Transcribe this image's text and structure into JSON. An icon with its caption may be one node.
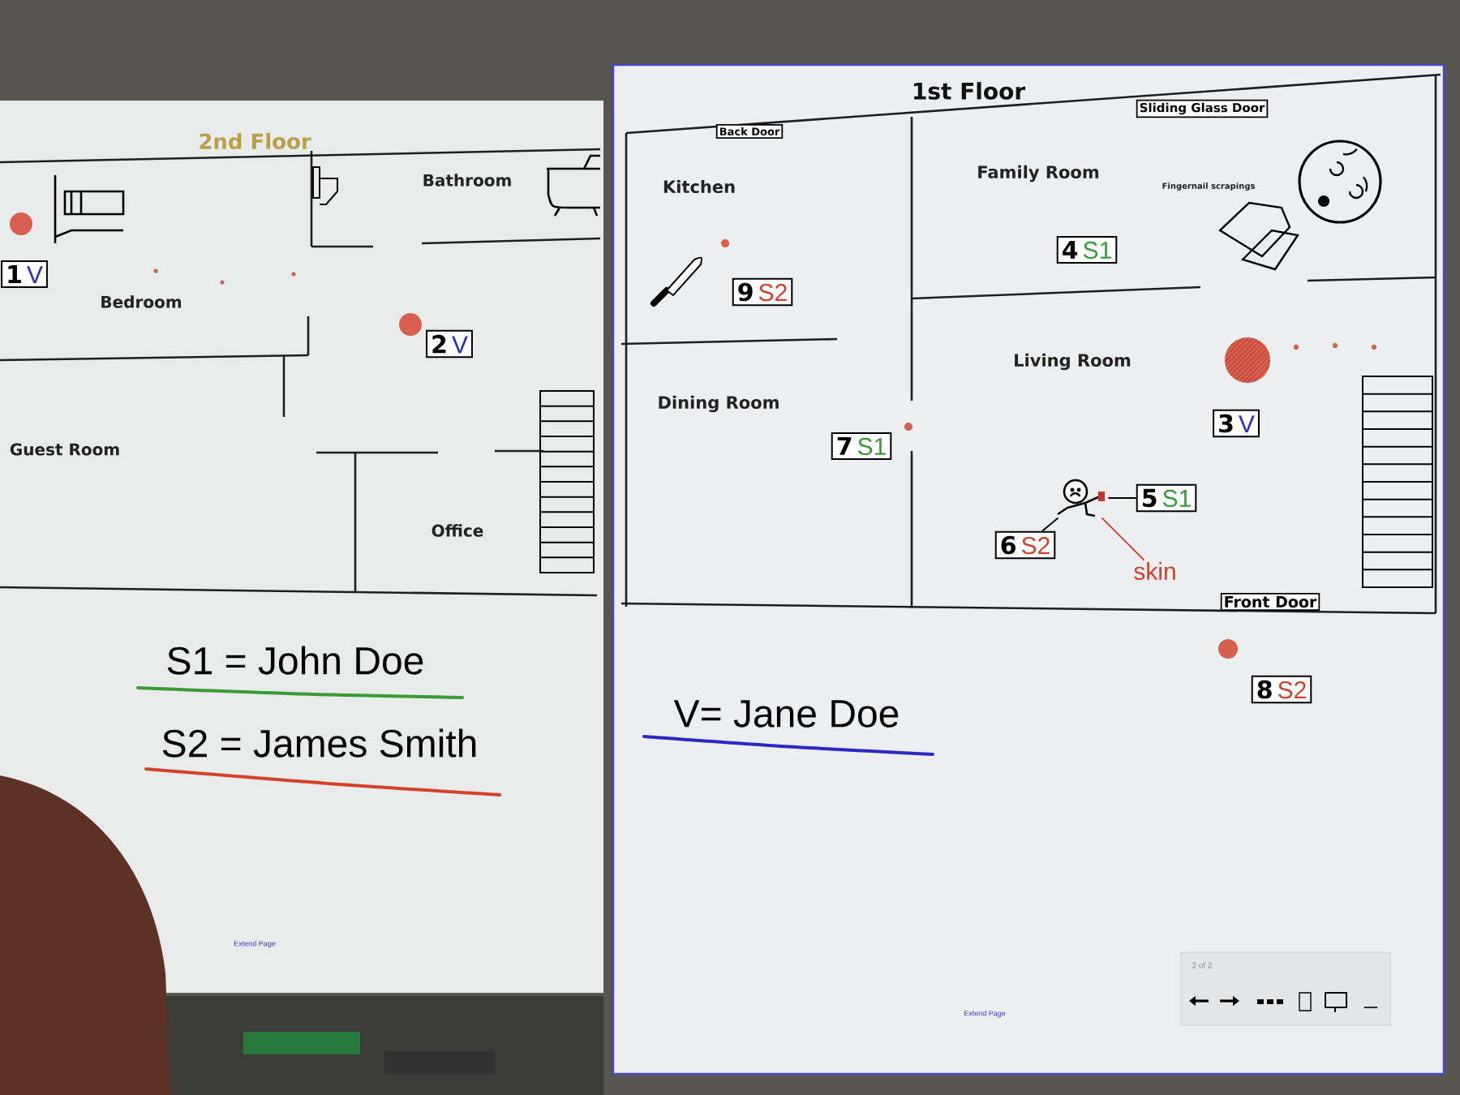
{
  "diagram": {
    "nodes": [
      {
        "text": [
          "1",
          "V"
        ]
      },
      {
        "text": [
          "2",
          "V"
        ]
      },
      {
        "text": [
          "Back Door"
        ]
      },
      {
        "text": [
          "Sliding Glass Door"
        ]
      },
      {
        "text": [
          "9",
          "S2"
        ]
      },
      {
        "text": [
          "4",
          "S1"
        ]
      },
      {
        "text": [
          "7",
          "S1"
        ]
      },
      {
        "text": [
          "3",
          "V"
        ]
      },
      {
        "text": [],
        "shape": "picture"
      },
      {
        "text": [
          "5",
          "S1"
        ]
      },
      {
        "text": [
          "6",
          "S2"
        ]
      },
      {
        "text": [
          "skin"
        ]
      },
      {
        "text": [
          "Front Door"
        ]
      },
      {
        "text": [
          "8",
          "S2"
        ]
      }
    ],
    "edges": [
      {
        "from": 9,
        "to": 8,
        "arrow": "none"
      },
      {
        "from": 10,
        "to": 8,
        "arrow": "none"
      },
      {
        "from": 11,
        "to": 8,
        "arrow": "none",
        "color": "#d2412c"
      }
    ],
    "labels": [
      "2nd Floor",
      "Bathroom",
      "Bedroom",
      "Guest Room",
      "Office",
      "Extend Page",
      "1st Floor",
      "Kitchen",
      "Family Room",
      "Fingernail scrapings",
      "Dining Room",
      "Living Room",
      "2 of 2",
      "Extend Page"
    ],
    "legend": [
      {
        "text": "S1 = John Doe",
        "color": "#3a9a3a"
      },
      {
        "text": "S2 = James Smith",
        "color": "#d2412c"
      },
      {
        "text": "V= Jane Doe",
        "color": "#2a2ac0"
      }
    ]
  }
}
